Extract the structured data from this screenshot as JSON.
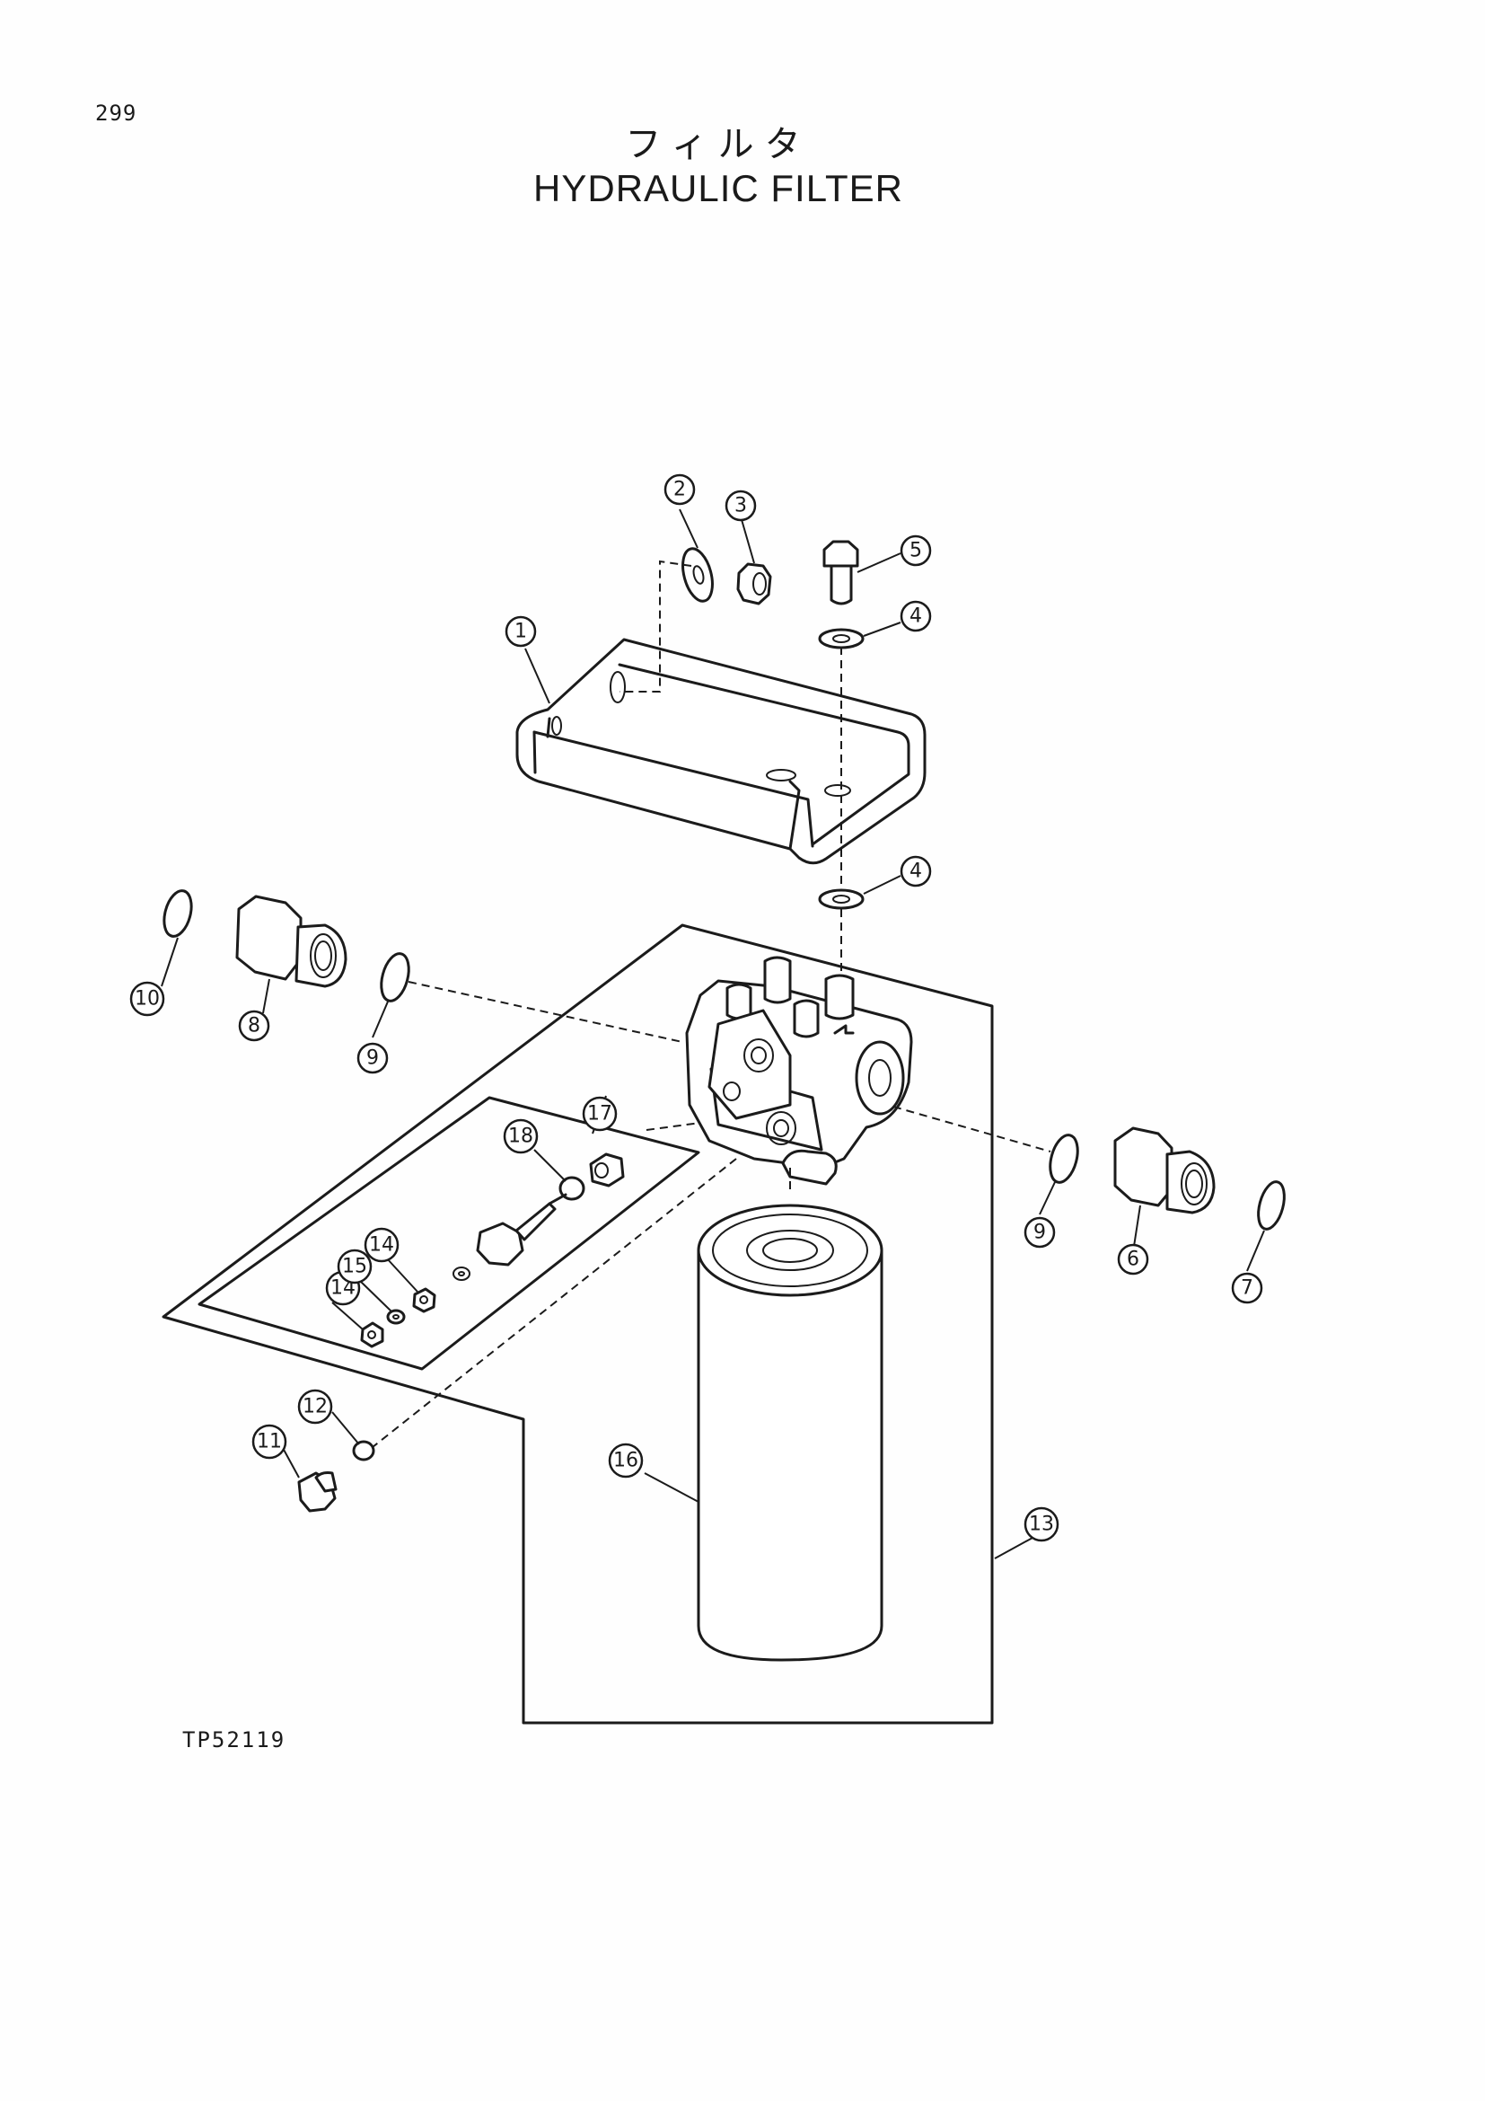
{
  "page_number": "299",
  "title_japanese": "フィルタ",
  "title_english": "HYDRAULIC FILTER",
  "drawing_code": "TP52119",
  "callouts": [
    "1",
    "2",
    "3",
    "4",
    "4",
    "5",
    "6",
    "7",
    "8",
    "9",
    "9",
    "10",
    "11",
    "12",
    "13",
    "14",
    "14",
    "15",
    "16",
    "17",
    "18"
  ]
}
